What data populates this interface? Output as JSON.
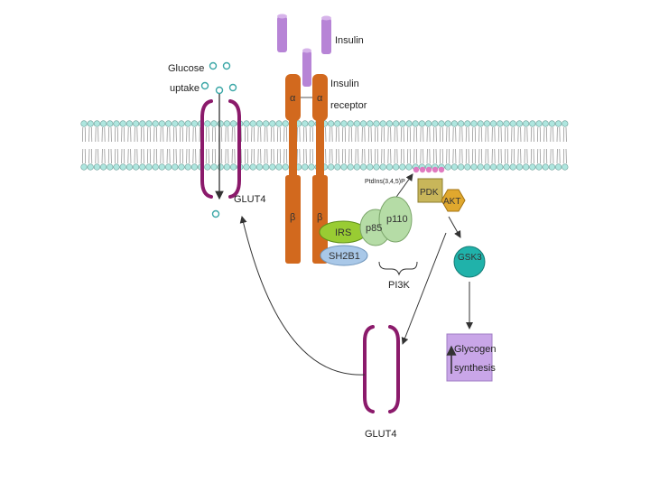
{
  "labels": {
    "insulin": "Insulin",
    "insulin_receptor_line1": "Insulin",
    "insulin_receptor_line2": "receptor",
    "alpha": "α",
    "beta": "β",
    "glucose_line1": "Glucose",
    "glucose_line2": "uptake",
    "glut4_membrane": "GLUT4",
    "glut4_vesicle": "GLUT4",
    "irs": "IRS",
    "sh2b1": "SH2B1",
    "p85": "p85",
    "p110": "p110",
    "pi3k": "PI3K",
    "pip3": "PtdIns(3,4,5)P",
    "pdk": "PDK",
    "akt": "AKT",
    "gsk3": "GSK3",
    "glycogen_line1": "Glycogen",
    "glycogen_line2": "synthesis"
  },
  "colors": {
    "membrane_head": "#aee6df",
    "membrane_tail": "#8a8a8a",
    "receptor": "#d2691e",
    "insulin": "#b784d6",
    "glut4": "#8b1a6b",
    "irs": "#99cc33",
    "sh2b1": "#a9c8e8",
    "p85_p110": "#b5dca6",
    "pdk": "#c8b65a",
    "akt": "#e0a82e",
    "gsk3": "#20b2aa",
    "glycogen_box": "#c9a6e8",
    "pip3_head": "#e07ac0"
  },
  "icons": {
    "glucose": "glucose-molecule-icon",
    "insulin": "insulin-molecule-icon",
    "up_arrow": "up-arrow-icon"
  }
}
